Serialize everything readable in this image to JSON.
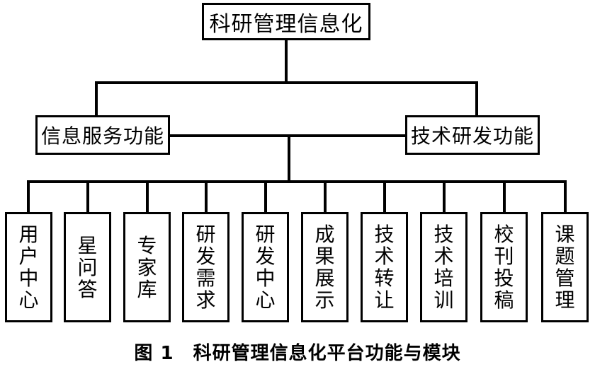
{
  "root": {
    "label": "科研管理信息化"
  },
  "level1": [
    {
      "label": "信息服务功能"
    },
    {
      "label": "技术研发功能"
    }
  ],
  "modules": [
    {
      "label": "用户中心"
    },
    {
      "label": "星问答"
    },
    {
      "label": "专家库"
    },
    {
      "label": "研发需求"
    },
    {
      "label": "研发中心"
    },
    {
      "label": "成果展示"
    },
    {
      "label": "技术转让"
    },
    {
      "label": "技术培训"
    },
    {
      "label": "校刊投稿"
    },
    {
      "label": "课题管理"
    }
  ],
  "caption": "图 1　科研管理信息化平台功能与模块"
}
